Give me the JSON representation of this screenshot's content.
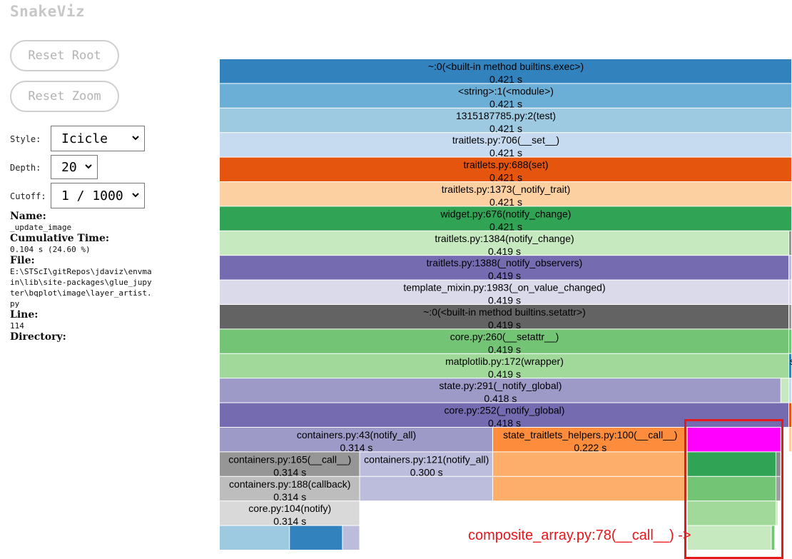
{
  "app": {
    "title": "SnakeViz"
  },
  "buttons": {
    "reset_root": "Reset Root",
    "reset_zoom": "Reset Zoom"
  },
  "controls": {
    "style_label": "Style:",
    "style_value": "Icicle",
    "depth_label": "Depth:",
    "depth_value": "20",
    "cutoff_label": "Cutoff:",
    "cutoff_value": "1 / 1000"
  },
  "info": {
    "name_label": "Name:",
    "name_value": "_update_image",
    "cumtime_label": "Cumulative Time:",
    "cumtime_value": "0.104 s (24.60 %)",
    "file_label": "File:",
    "file_value": "E:\\STScI\\gitRepos\\jdaviz\\envmain\\lib\\site-packages\\glue_jupyter\\bqplot\\image\\layer_artist.py",
    "line_label": "Line:",
    "line_value": "114",
    "directory_label": "Directory:"
  },
  "annotation": {
    "text": "composite_array.py:78(__call__) ->",
    "color": "#e8161b"
  },
  "icicle": {
    "cells": [
      {
        "row": 0,
        "start": 0,
        "end": 1,
        "label": "~:0(<built-in method builtins.exec>)",
        "time": "0.421 s",
        "color": "#3182bd",
        "text": "#000000"
      },
      {
        "row": 1,
        "start": 0,
        "end": 1,
        "label": "<string>:1(<module>)",
        "time": "0.421 s",
        "color": "#6baed6",
        "text": "#000000"
      },
      {
        "row": 2,
        "start": 0,
        "end": 1,
        "label": "1315187785.py:2(test)",
        "time": "0.421 s",
        "color": "#9ecae1",
        "text": "#000000"
      },
      {
        "row": 3,
        "start": 0,
        "end": 1,
        "label": "traitlets.py:706(__set__)",
        "time": "0.421 s",
        "color": "#c6dbef",
        "text": "#000000"
      },
      {
        "row": 4,
        "start": 0,
        "end": 1,
        "label": "traitlets.py:688(set)",
        "time": "0.421 s",
        "color": "#e6550d",
        "text": "#000000"
      },
      {
        "row": 5,
        "start": 0,
        "end": 1,
        "label": "traitlets.py:1373(_notify_trait)",
        "time": "0.421 s",
        "color": "#fdd0a2",
        "text": "#000000"
      },
      {
        "row": 6,
        "start": 0,
        "end": 1,
        "label": "widget.py:676(notify_change)",
        "time": "0.421 s",
        "color": "#31a354",
        "text": "#000000"
      },
      {
        "row": 7,
        "start": 0,
        "end": 0.995,
        "label": "traitlets.py:1384(notify_change)",
        "time": "0.419 s",
        "color": "#c7e9c0",
        "text": "#000000"
      },
      {
        "row": 7,
        "start": 0.995,
        "end": 1,
        "label": "",
        "time": "",
        "color": "#969696",
        "text": "#000000"
      },
      {
        "row": 8,
        "start": 0,
        "end": 0.995,
        "label": "traitlets.py:1388(_notify_observers)",
        "time": "0.419 s",
        "color": "#756bb1",
        "text": "#000000"
      },
      {
        "row": 8,
        "start": 0.995,
        "end": 1,
        "label": "",
        "time": "",
        "color": "#bcbddc",
        "text": "#000000"
      },
      {
        "row": 9,
        "start": 0,
        "end": 0.995,
        "label": "template_mixin.py:1983(_on_value_changed)",
        "time": "0.419 s",
        "color": "#dadaeb",
        "text": "#000000"
      },
      {
        "row": 9,
        "start": 0.995,
        "end": 1,
        "label": "",
        "time": "",
        "color": "#dadaeb",
        "text": "#000000"
      },
      {
        "row": 10,
        "start": 0,
        "end": 0.995,
        "label": "~:0(<built-in method builtins.setattr>)",
        "time": "0.419 s",
        "color": "#636363",
        "text": "#000000"
      },
      {
        "row": 10,
        "start": 0.995,
        "end": 1,
        "label": "",
        "time": "",
        "color": "#969696",
        "text": "#000000"
      },
      {
        "row": 11,
        "start": 0,
        "end": 0.995,
        "label": "core.py:260(__setattr__)",
        "time": "0.419 s",
        "color": "#74c476",
        "text": "#000000"
      },
      {
        "row": 11,
        "start": 0.995,
        "end": 1,
        "label": "",
        "time": "",
        "color": "#74c476",
        "text": "#000000"
      },
      {
        "row": 12,
        "start": 0,
        "end": 0.995,
        "label": "matplotlib.py:172(wrapper)",
        "time": "0.419 s",
        "color": "#a1d99b",
        "text": "#000000"
      },
      {
        "row": 12,
        "start": 0.995,
        "end": 1,
        "label": "s",
        "time": "",
        "color": "#3182bd",
        "text": "#000000"
      },
      {
        "row": 13,
        "start": 0,
        "end": 0.981,
        "label": "state.py:291(_notify_global)",
        "time": "0.418 s",
        "color": "#9e9ac8",
        "text": "#000000"
      },
      {
        "row": 13,
        "start": 0.981,
        "end": 0.995,
        "label": "",
        "time": "",
        "color": "#c7e9c0",
        "text": "#000000"
      },
      {
        "row": 13,
        "start": 0.995,
        "end": 1,
        "label": "",
        "time": "",
        "color": "#c6dbef",
        "text": "#000000"
      },
      {
        "row": 14,
        "start": 0,
        "end": 0.995,
        "label": "core.py:252(_notify_global)",
        "time": "0.418 s",
        "color": "#756bb1",
        "text": "#000000"
      },
      {
        "row": 14,
        "start": 0.995,
        "end": 1,
        "label": "",
        "time": "",
        "color": "#e6550d",
        "text": "#000000"
      },
      {
        "row": 15,
        "start": 0,
        "end": 0.4775,
        "label": "containers.py:43(notify_all)",
        "time": "0.314 s",
        "color": "#9e9ac8",
        "text": "#000000"
      },
      {
        "row": 15,
        "start": 0.4775,
        "end": 0.8175,
        "label": "state_traitlets_helpers.py:100(__call__)",
        "time": "0.222 s",
        "color": "#fd8d3c",
        "text": "#000000"
      },
      {
        "row": 15,
        "start": 0.8175,
        "end": 0.981,
        "label": "",
        "time": "",
        "color": "#ff00ff",
        "text": "#000000"
      },
      {
        "row": 15,
        "start": 0.995,
        "end": 1,
        "label": "",
        "time": "",
        "color": "#fdd0a2",
        "text": "#000000"
      },
      {
        "row": 16,
        "start": 0,
        "end": 0.245,
        "label": "containers.py:165(__call__)",
        "time": "0.314 s",
        "color": "#969696",
        "text": "#000000"
      },
      {
        "row": 16,
        "start": 0.245,
        "end": 0.4775,
        "label": "containers.py:121(notify_all)",
        "time": "0.300 s",
        "color": "#bcbddc",
        "text": "#000000"
      },
      {
        "row": 16,
        "start": 0.4775,
        "end": 0.8175,
        "label": "",
        "time": "",
        "color": "#fdae6b",
        "text": "#000000"
      },
      {
        "row": 16,
        "start": 0.8175,
        "end": 0.9725,
        "label": "",
        "time": "",
        "color": "#31a354",
        "text": "#000000"
      },
      {
        "row": 16,
        "start": 0.9725,
        "end": 0.981,
        "label": "",
        "time": "",
        "color": "#8c8c8c",
        "text": "#000000"
      },
      {
        "row": 17,
        "start": 0,
        "end": 0.245,
        "label": "containers.py:188(callback)",
        "time": "0.314 s",
        "color": "#bdbdbd",
        "text": "#000000"
      },
      {
        "row": 17,
        "start": 0.245,
        "end": 0.4775,
        "label": "",
        "time": "",
        "color": "#bcbddc",
        "text": "#000000"
      },
      {
        "row": 17,
        "start": 0.4775,
        "end": 0.8175,
        "label": "",
        "time": "",
        "color": "#fdae6b",
        "text": "#000000"
      },
      {
        "row": 17,
        "start": 0.8175,
        "end": 0.9725,
        "label": "",
        "time": "",
        "color": "#74c476",
        "text": "#000000"
      },
      {
        "row": 17,
        "start": 0.9725,
        "end": 0.981,
        "label": "",
        "time": "",
        "color": "#a0a0a0",
        "text": "#000000"
      },
      {
        "row": 18,
        "start": 0,
        "end": 0.245,
        "label": "core.py:104(notify)",
        "time": "0.314 s",
        "color": "#d9d9d9",
        "text": "#000000"
      },
      {
        "row": 18,
        "start": 0.8175,
        "end": 0.9725,
        "label": "",
        "time": "",
        "color": "#a1d99b",
        "text": "#000000"
      },
      {
        "row": 18,
        "start": 0.9725,
        "end": 0.976,
        "label": "",
        "time": "",
        "color": "#c7e9c0",
        "text": "#000000"
      },
      {
        "row": 19,
        "start": 0,
        "end": 0.1225,
        "label": "",
        "time": "",
        "color": "#9ecae1",
        "text": "#000000"
      },
      {
        "row": 19,
        "start": 0.1225,
        "end": 0.215,
        "label": "",
        "time": "",
        "color": "#3182bd",
        "text": "#000000"
      },
      {
        "row": 19,
        "start": 0.215,
        "end": 0.245,
        "label": "",
        "time": "",
        "color": "#bcbddc",
        "text": "#000000"
      },
      {
        "row": 19,
        "start": 0.8175,
        "end": 0.9645,
        "label": "",
        "time": "",
        "color": "#c7e9c0",
        "text": "#000000"
      },
      {
        "row": 19,
        "start": 0.9645,
        "end": 0.9705,
        "label": "",
        "time": "",
        "color": "#74c476",
        "text": "#000000"
      }
    ]
  }
}
